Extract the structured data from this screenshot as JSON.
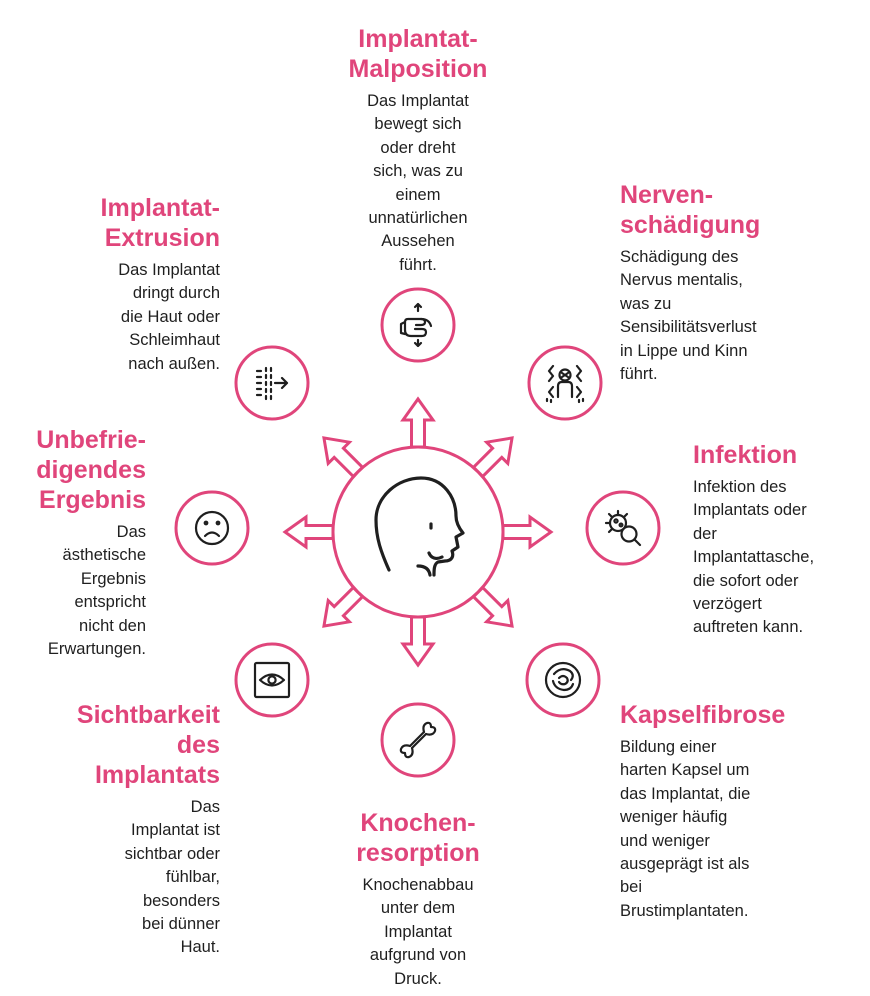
{
  "colors": {
    "accent": "#e0457b",
    "icon": "#1f1f1f",
    "text": "#1f1f1f"
  },
  "center": {
    "icon": "head-profile-icon"
  },
  "items": [
    {
      "key": "malposition",
      "icon": "rotate-hand-icon",
      "title": [
        "Implantat-",
        "Malposition"
      ],
      "desc": [
        "Das Implantat",
        "bewegt sich",
        "oder dreht",
        "sich, was zu",
        "einem",
        "unnatürlichen",
        "Aussehen",
        "führt."
      ]
    },
    {
      "key": "nerve",
      "icon": "nerve-person-icon",
      "title": [
        "Nerven-",
        "schädigung"
      ],
      "desc": [
        "Schädigung des",
        "Nervus mentalis,",
        "was zu",
        "Sensibilitätsverlust",
        "in Lippe und Kinn",
        "führt."
      ]
    },
    {
      "key": "infection",
      "icon": "bacteria-magnifier-icon",
      "title": [
        "Infektion"
      ],
      "desc": [
        "Infektion des",
        "Implantats oder",
        "der",
        "Implantattasche,",
        "die sofort oder",
        "verzögert",
        "auftreten kann."
      ]
    },
    {
      "key": "capsule",
      "icon": "capsule-swirl-icon",
      "title": [
        "Kapselfibrose"
      ],
      "desc": [
        "Bildung einer",
        "harten Kapsel um",
        "das Implantat, die",
        "weniger häufig",
        "und weniger",
        "ausgeprägt ist als",
        "bei",
        "Brustimplantaten."
      ]
    },
    {
      "key": "bone",
      "icon": "bone-icon",
      "title": [
        "Knochen-",
        "resorption"
      ],
      "desc": [
        "Knochenabbau",
        "unter dem",
        "Implantat",
        "aufgrund von",
        "Druck."
      ]
    },
    {
      "key": "visibility",
      "icon": "eye-icon",
      "title": [
        "Sichtbarkeit",
        "des",
        "Implantats"
      ],
      "desc": [
        "Das",
        "Implantat ist",
        "sichtbar oder",
        "fühlbar,",
        "besonders",
        "bei dünner",
        "Haut."
      ]
    },
    {
      "key": "result",
      "icon": "sad-face-icon",
      "title": [
        "Unbefrie-",
        "digendes",
        "Ergebnis"
      ],
      "desc": [
        "Das",
        "ästhetische",
        "Ergebnis",
        "entspricht",
        "nicht den",
        "Erwartungen."
      ]
    },
    {
      "key": "extrusion",
      "icon": "extrusion-arrow-icon",
      "title": [
        "Implantat-",
        "Extrusion"
      ],
      "desc": [
        "Das Implantat",
        "dringt durch",
        "die Haut oder",
        "Schleimhaut",
        "nach außen."
      ]
    }
  ]
}
